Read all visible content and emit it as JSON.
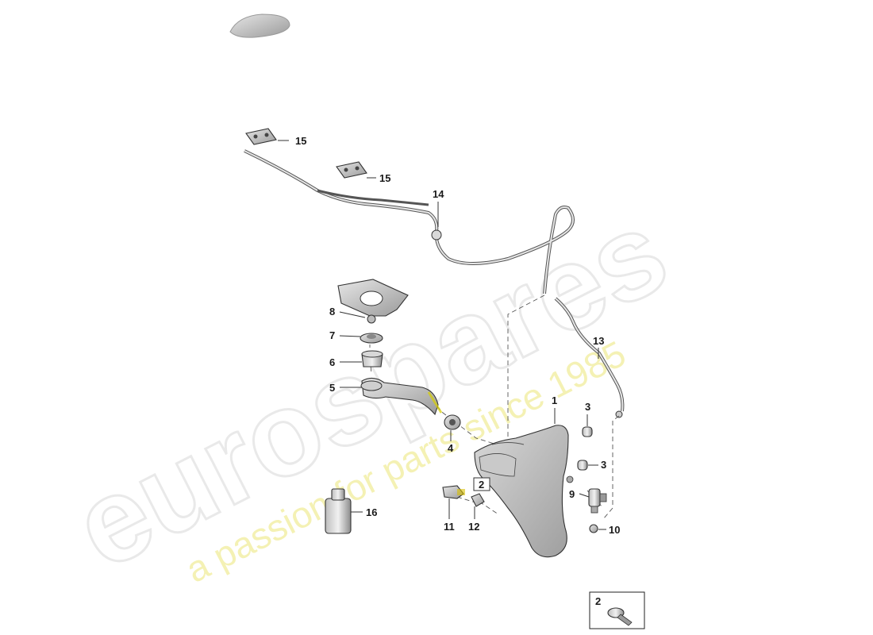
{
  "watermark": {
    "brand": "eurospares",
    "tagline": "a passion for parts since 1985"
  },
  "callouts": {
    "c1": "1",
    "c3a": "3",
    "c3b": "3",
    "c4": "4",
    "c5": "5",
    "c6": "6",
    "c7": "7",
    "c8": "8",
    "c9": "9",
    "c10": "10",
    "c11": "11",
    "c12": "12",
    "c13": "13",
    "c14": "14",
    "c15a": "15",
    "c15b": "15",
    "c16": "16",
    "c2box": "2",
    "detail_box": "2"
  }
}
